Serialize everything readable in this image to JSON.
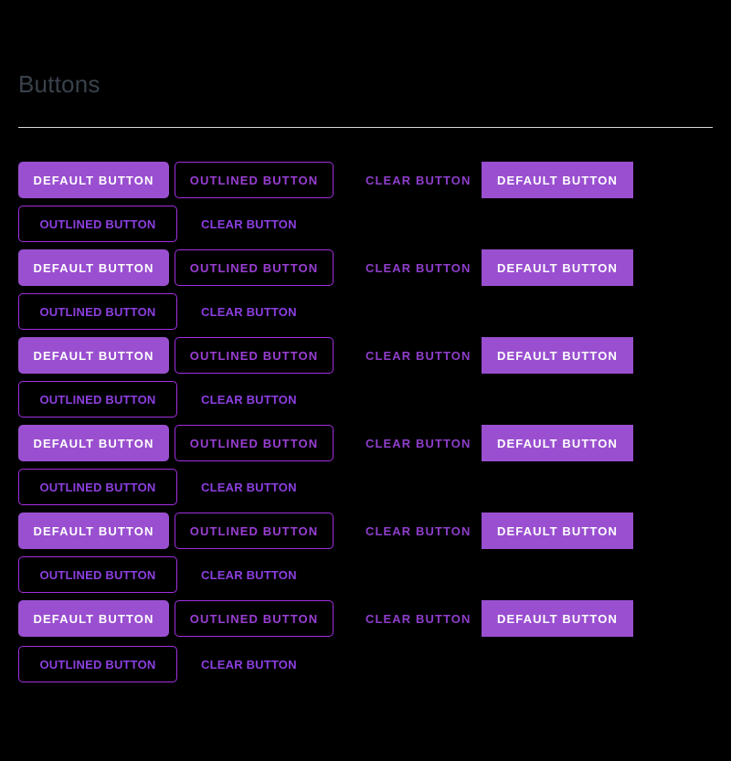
{
  "header": {
    "title": "Buttons"
  },
  "theme": {
    "background": "#000000",
    "accent": "#9a4fd0",
    "outline": "#a22ee0",
    "clear_text": "#8f3ecb",
    "title_color": "#39424b",
    "divider_color": "#d5d8dc",
    "default_label_color": "#ffffff"
  },
  "labels": {
    "default": "DEFAULT BUTTON",
    "outlined": "OUTLINED BUTTON",
    "clear": "CLEAR BUTTON"
  },
  "rows": [
    {
      "variant": "primary",
      "default_label": "DEFAULT BUTTON",
      "outlined_label": "OUTLINED BUTTON",
      "clear_label": "CLEAR BUTTON",
      "default_square_label": "DEFAULT BUTTON"
    },
    {
      "variant": "secondary",
      "outlined_label": "OUTLINED BUTTON",
      "clear_label": "CLEAR BUTTON"
    },
    {
      "variant": "primary",
      "default_label": "DEFAULT BUTTON",
      "outlined_label": "OUTLINED BUTTON",
      "clear_label": "CLEAR BUTTON",
      "default_square_label": "DEFAULT BUTTON"
    },
    {
      "variant": "secondary",
      "outlined_label": "OUTLINED BUTTON",
      "clear_label": "CLEAR BUTTON"
    },
    {
      "variant": "primary",
      "default_label": "DEFAULT BUTTON",
      "outlined_label": "OUTLINED BUTTON",
      "clear_label": "CLEAR BUTTON",
      "default_square_label": "DEFAULT BUTTON"
    },
    {
      "variant": "secondary",
      "outlined_label": "OUTLINED BUTTON",
      "clear_label": "CLEAR BUTTON"
    },
    {
      "variant": "primary",
      "default_label": "DEFAULT BUTTON",
      "outlined_label": "OUTLINED BUTTON",
      "clear_label": "CLEAR BUTTON",
      "default_square_label": "DEFAULT BUTTON"
    },
    {
      "variant": "secondary",
      "outlined_label": "OUTLINED BUTTON",
      "clear_label": "CLEAR BUTTON"
    },
    {
      "variant": "primary",
      "default_label": "DEFAULT BUTTON",
      "outlined_label": "OUTLINED BUTTON",
      "clear_label": "CLEAR BUTTON",
      "default_square_label": "DEFAULT BUTTON"
    },
    {
      "variant": "secondary",
      "outlined_label": "OUTLINED BUTTON",
      "clear_label": "CLEAR BUTTON"
    },
    {
      "variant": "primary",
      "default_label": "DEFAULT BUTTON",
      "outlined_label": "OUTLINED BUTTON",
      "clear_label": "CLEAR BUTTON",
      "default_square_label": "DEFAULT BUTTON"
    },
    {
      "variant": "secondary",
      "outlined_label": "OUTLINED BUTTON",
      "clear_label": "CLEAR BUTTON"
    }
  ]
}
